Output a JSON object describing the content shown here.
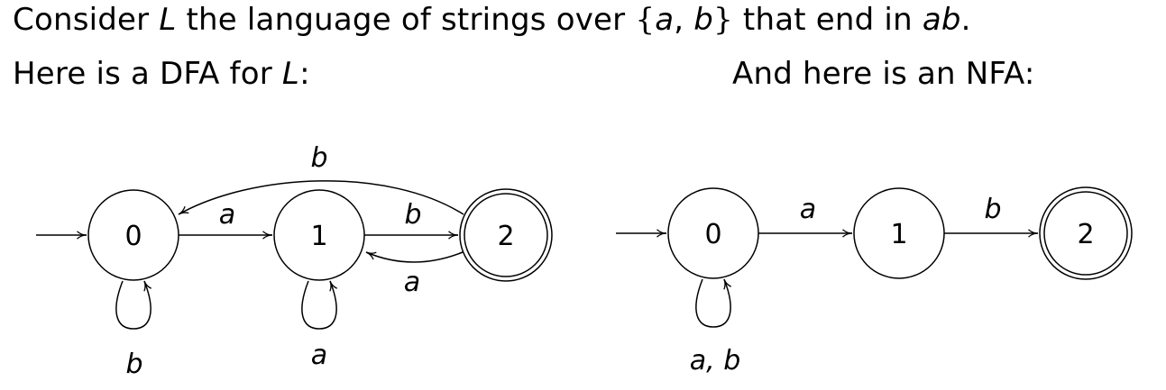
{
  "intro": {
    "line1": {
      "p1": "Consider ",
      "L": "L",
      "p2": " the language of strings over ",
      "lbrace": "{",
      "a": "a",
      "comma": ", ",
      "b": "b",
      "rbrace": "}",
      "p3": " that end in ",
      "ab": "ab",
      "period": "."
    },
    "line2": {
      "p1": "Here is a DFA for ",
      "L": "L",
      "colon": ":"
    },
    "line3": {
      "text": "And here is an NFA:"
    }
  },
  "dfa": {
    "states": [
      "0",
      "1",
      "2"
    ],
    "labels": {
      "t01": "a",
      "t12": "b",
      "t21": "a",
      "t20": "b",
      "loop0": "b",
      "loop1": "a"
    }
  },
  "nfa": {
    "states": [
      "0",
      "1",
      "2"
    ],
    "labels": {
      "t01": "a",
      "t12": "b",
      "loop0": "a, b"
    }
  }
}
